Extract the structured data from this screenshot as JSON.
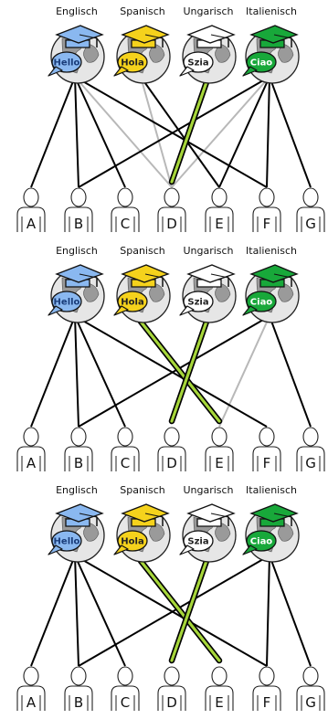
{
  "languages": [
    {
      "name": "Englisch",
      "greeting": "Hello",
      "color": "#8ab8f0",
      "text_color": "#1a3d7a"
    },
    {
      "name": "Spanisch",
      "greeting": "Hola",
      "color": "#f5d21c",
      "text_color": "#222222"
    },
    {
      "name": "Ungarisch",
      "greeting": "Szia",
      "color": "#ffffff",
      "text_color": "#222222"
    },
    {
      "name": "Italienisch",
      "greeting": "Ciao",
      "color": "#18a83a",
      "text_color": "#ffffff"
    }
  ],
  "people": [
    "A",
    "B",
    "C",
    "D",
    "E",
    "F",
    "G"
  ],
  "colors": {
    "edge": "#000000",
    "edge_light": "#b8b8b8",
    "highlight": "#a6d63a"
  },
  "panels": [
    {
      "edges": [
        {
          "lang": 0,
          "person": "A",
          "style": "normal"
        },
        {
          "lang": 0,
          "person": "B",
          "style": "normal"
        },
        {
          "lang": 0,
          "person": "C",
          "style": "normal"
        },
        {
          "lang": 0,
          "person": "F",
          "style": "normal"
        },
        {
          "lang": 0,
          "person": "D",
          "style": "light"
        },
        {
          "lang": 1,
          "person": "D",
          "style": "light"
        },
        {
          "lang": 1,
          "person": "E",
          "style": "normal"
        },
        {
          "lang": 2,
          "person": "D",
          "style": "highlight"
        },
        {
          "lang": 3,
          "person": "B",
          "style": "normal"
        },
        {
          "lang": 3,
          "person": "D",
          "style": "light"
        },
        {
          "lang": 3,
          "person": "E",
          "style": "normal"
        },
        {
          "lang": 3,
          "person": "F",
          "style": "normal"
        },
        {
          "lang": 3,
          "person": "G",
          "style": "normal"
        }
      ]
    },
    {
      "edges": [
        {
          "lang": 0,
          "person": "A",
          "style": "normal"
        },
        {
          "lang": 0,
          "person": "B",
          "style": "normal"
        },
        {
          "lang": 0,
          "person": "C",
          "style": "normal"
        },
        {
          "lang": 0,
          "person": "F",
          "style": "normal"
        },
        {
          "lang": 1,
          "person": "E",
          "style": "highlight"
        },
        {
          "lang": 2,
          "person": "D",
          "style": "highlight"
        },
        {
          "lang": 3,
          "person": "B",
          "style": "normal"
        },
        {
          "lang": 3,
          "person": "E",
          "style": "light"
        },
        {
          "lang": 3,
          "person": "G",
          "style": "normal"
        }
      ]
    },
    {
      "edges": [
        {
          "lang": 0,
          "person": "A",
          "style": "normal"
        },
        {
          "lang": 0,
          "person": "B",
          "style": "normal"
        },
        {
          "lang": 0,
          "person": "C",
          "style": "normal"
        },
        {
          "lang": 0,
          "person": "F",
          "style": "normal"
        },
        {
          "lang": 1,
          "person": "E",
          "style": "highlight"
        },
        {
          "lang": 2,
          "person": "D",
          "style": "highlight"
        },
        {
          "lang": 3,
          "person": "B",
          "style": "normal"
        },
        {
          "lang": 3,
          "person": "F",
          "style": "normal"
        },
        {
          "lang": 3,
          "person": "G",
          "style": "normal"
        }
      ]
    }
  ]
}
